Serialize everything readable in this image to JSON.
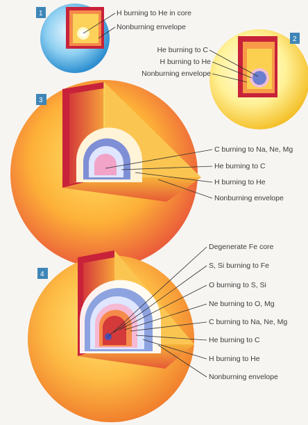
{
  "panels": [
    {
      "badge": "1",
      "labels": [
        "H burning to He in core",
        "Nonburning envelope"
      ]
    },
    {
      "badge": "2",
      "labels": [
        "He burning to C",
        "H burning to He",
        "Nonburning envelope"
      ]
    },
    {
      "badge": "3",
      "labels": [
        "C burning to Na, Ne, Mg",
        "He burning to C",
        "H burning to He",
        "Nonburning envelope"
      ]
    },
    {
      "badge": "4",
      "labels": [
        "Degenerate Fe core",
        "S, Si burning to Fe",
        "O burning to S, Si",
        "Ne burning to O, Mg",
        "C burning to Na, Ne, Mg",
        "He burning to C",
        "H burning to He",
        "Nonburning envelope"
      ]
    }
  ],
  "colors": {
    "badge": "#3f86b8",
    "leader": "#2d2d2d",
    "cutaway_edge": "#c8223a",
    "hydrogen_shell": "#f2c0d4",
    "helium_shell": "#7f8fd6",
    "carbon_shell": "#f1a3c8",
    "iron_core": "#4a4fb0"
  }
}
